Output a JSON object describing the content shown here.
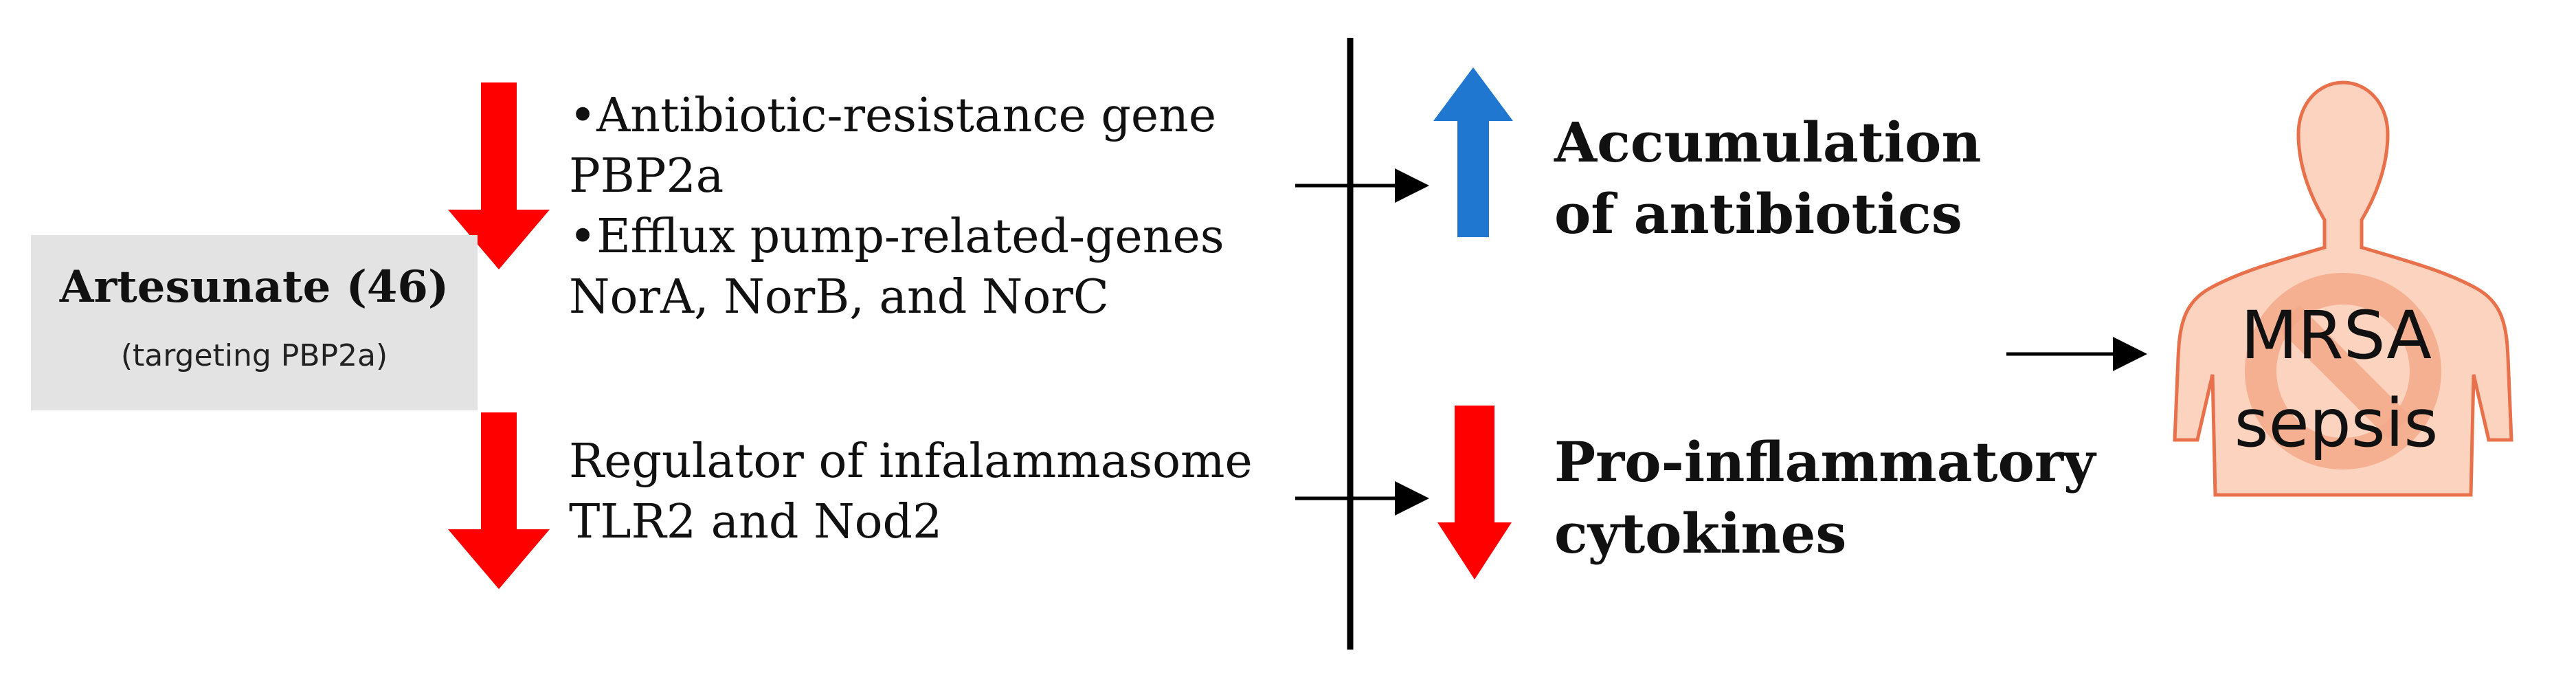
{
  "drug": {
    "name": "Artesunate (46)",
    "target": "(targeting PBP2a)"
  },
  "mechanisms": [
    {
      "direction": "down",
      "lines": [
        "•Antibiotic-resistance gene",
        "PBP2a",
        "•Efflux pump-related-genes",
        "NorA, NorB, and NorC"
      ]
    },
    {
      "direction": "down",
      "lines": [
        "Regulator of infalammasome",
        "TLR2 and Nod2"
      ]
    }
  ],
  "effects": [
    {
      "direction": "up",
      "lines": [
        "Accumulation",
        "of antibiotics"
      ]
    },
    {
      "direction": "down",
      "lines": [
        "Pro-inflammatory",
        "cytokines"
      ]
    }
  ],
  "outcome": {
    "lines": [
      "MRSA",
      "sepsis"
    ]
  },
  "colors": {
    "down_arrow": "#ff0000",
    "up_arrow": "#1f77d0",
    "body_fill": "#fbd3bf",
    "body_stroke": "#e8704a",
    "prohibit": "#f3a98a",
    "divider": "#000000"
  },
  "icons": [
    "down-arrow-icon",
    "up-arrow-icon",
    "human-silhouette-icon",
    "prohibition-icon"
  ]
}
